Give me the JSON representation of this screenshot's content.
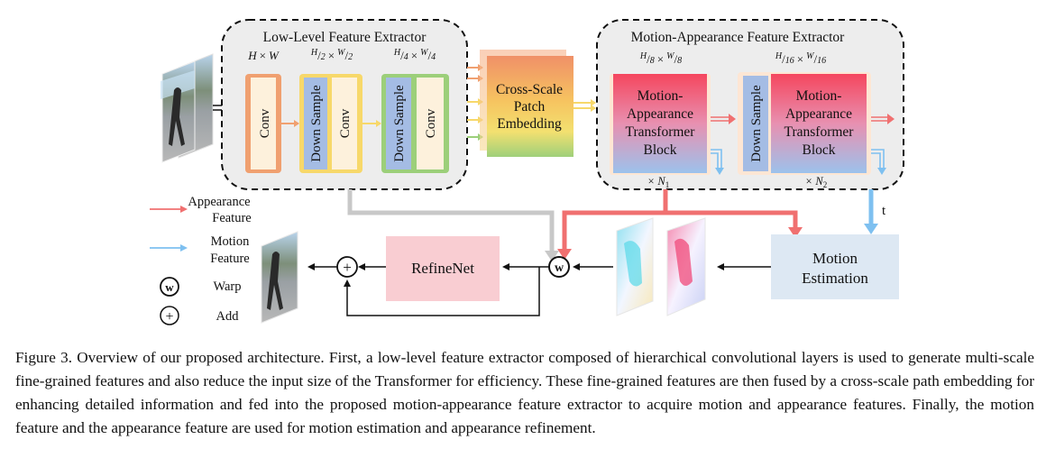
{
  "low_level": {
    "title": "Low-Level Feature Extractor",
    "dims": [
      {
        "a": "H",
        "op": "×",
        "b": "W"
      },
      {
        "a": "H",
        "sa": "2",
        "op": "×",
        "b": "W",
        "sb": "2"
      },
      {
        "a": "H",
        "sa": "4",
        "op": "×",
        "b": "W",
        "sb": "4"
      }
    ],
    "conv": "Conv",
    "down_sample": "Down Sample"
  },
  "patch_embedding": [
    "Cross-Scale",
    "Patch",
    "Embedding"
  ],
  "motion_appearance": {
    "title": "Motion-Appearance Feature Extractor",
    "dims": [
      {
        "a": "H",
        "sa": "8",
        "op": "×",
        "b": "W",
        "sb": "8"
      },
      {
        "a": "H",
        "sa": "16",
        "op": "×",
        "b": "W",
        "sb": "16"
      }
    ],
    "block_label": [
      "Motion-",
      "Appearance",
      "Transformer",
      "Block"
    ],
    "down_sample": "Down Sample",
    "repeat": [
      {
        "x": "× N",
        "n": "1"
      },
      {
        "x": "× N",
        "n": "2"
      }
    ]
  },
  "t_label": "t",
  "legend": {
    "appearance": [
      "Appearance",
      "Feature"
    ],
    "motion": [
      "Motion",
      "Feature"
    ],
    "warp_symbol": "w",
    "warp": "Warp",
    "add_symbol": "+",
    "add": "Add"
  },
  "refinenet": "RefineNet",
  "warp_symbol": "w",
  "add_symbol": "+",
  "motion_estimation": [
    "Motion",
    "Estimation"
  ],
  "caption": "Figure 3. Overview of our proposed architecture. First, a low-level feature extractor composed of hierarchical convolutional layers is used to generate multi-scale fine-grained features and also reduce the input size of the Transformer for efficiency. These fine-grained features are then fused by a cross-scale path embedding for enhancing detailed information and fed into the proposed motion-appearance feature extractor to acquire motion and appearance features. Finally, the motion feature and the appearance feature are used for motion estimation and appearance refinement.",
  "colors": {
    "appearance": "#f07070",
    "motion": "#7ec0f0",
    "gray_arrow": "#c8c8c8",
    "conv_orange": "#f0a070",
    "conv_yellow": "#f7d86a",
    "conv_green": "#9ccf7a",
    "down_sample": "#a0b8e0",
    "refinenet": "#f9cdd2",
    "motion_estimation": "#dde8f3"
  }
}
